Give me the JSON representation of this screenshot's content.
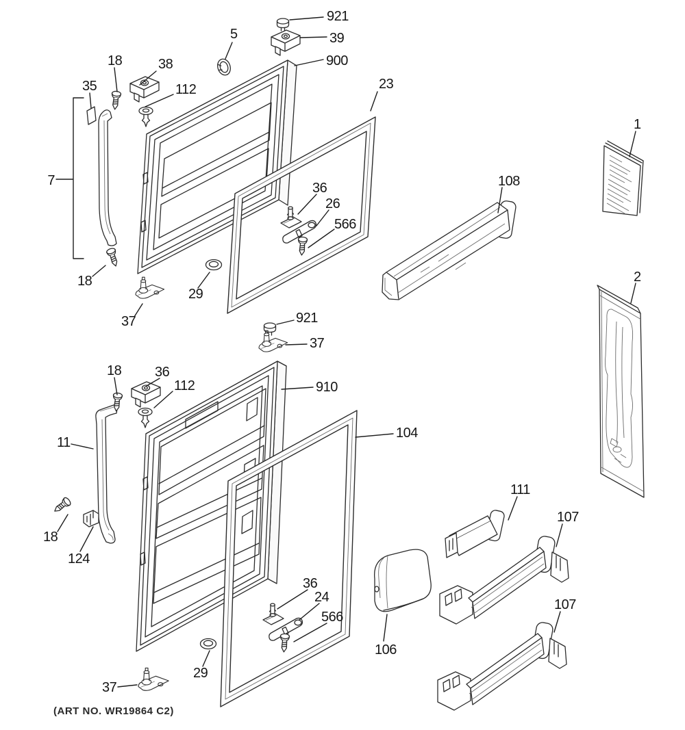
{
  "figure": {
    "type": "exploded-parts-diagram",
    "art_number": "(ART NO. WR19864 C2)",
    "callouts": [
      {
        "text": "921"
      },
      {
        "text": "39"
      },
      {
        "text": "900"
      },
      {
        "text": "5"
      },
      {
        "text": "23"
      },
      {
        "text": "38"
      },
      {
        "text": "112"
      },
      {
        "text": "18"
      },
      {
        "text": "35"
      },
      {
        "text": "7"
      },
      {
        "text": "36"
      },
      {
        "text": "26"
      },
      {
        "text": "566"
      },
      {
        "text": "29"
      },
      {
        "text": "18"
      },
      {
        "text": "37"
      },
      {
        "text": "108"
      },
      {
        "text": "1"
      },
      {
        "text": "2"
      },
      {
        "text": "921"
      },
      {
        "text": "37"
      },
      {
        "text": "910"
      },
      {
        "text": "18"
      },
      {
        "text": "36"
      },
      {
        "text": "112"
      },
      {
        "text": "11"
      },
      {
        "text": "104"
      },
      {
        "text": "18"
      },
      {
        "text": "124"
      },
      {
        "text": "36"
      },
      {
        "text": "24"
      },
      {
        "text": "566"
      },
      {
        "text": "29"
      },
      {
        "text": "37"
      },
      {
        "text": "106"
      },
      {
        "text": "111"
      },
      {
        "text": "107"
      },
      {
        "text": "107"
      }
    ]
  },
  "colors": {
    "background": "#ffffff",
    "line": "#2b2b2b",
    "label": "#151515"
  }
}
